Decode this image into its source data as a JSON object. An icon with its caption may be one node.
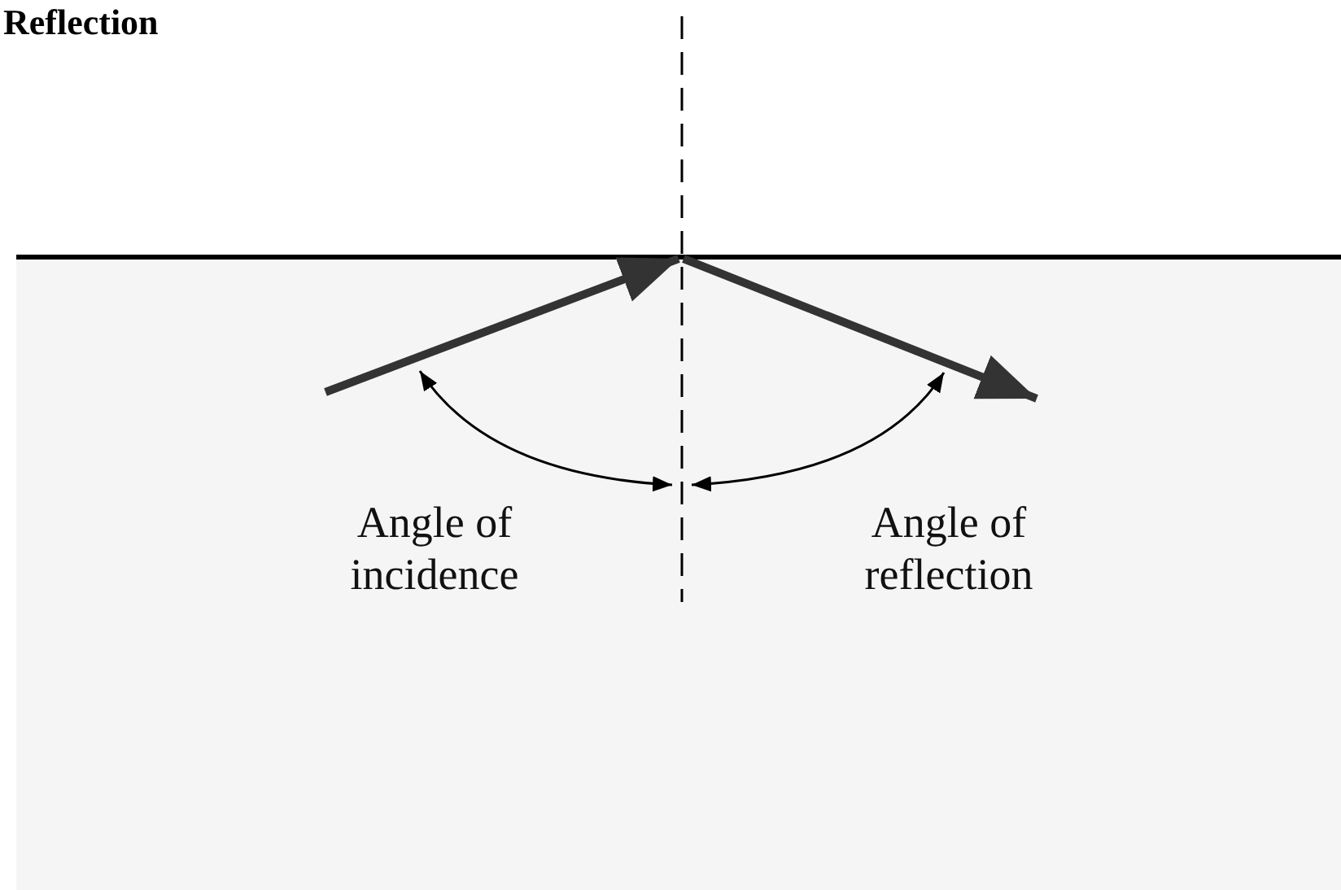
{
  "diagram": {
    "title": "Reflection",
    "labels": [
      "Angle of incidence",
      "Angle of reflection"
    ]
  }
}
